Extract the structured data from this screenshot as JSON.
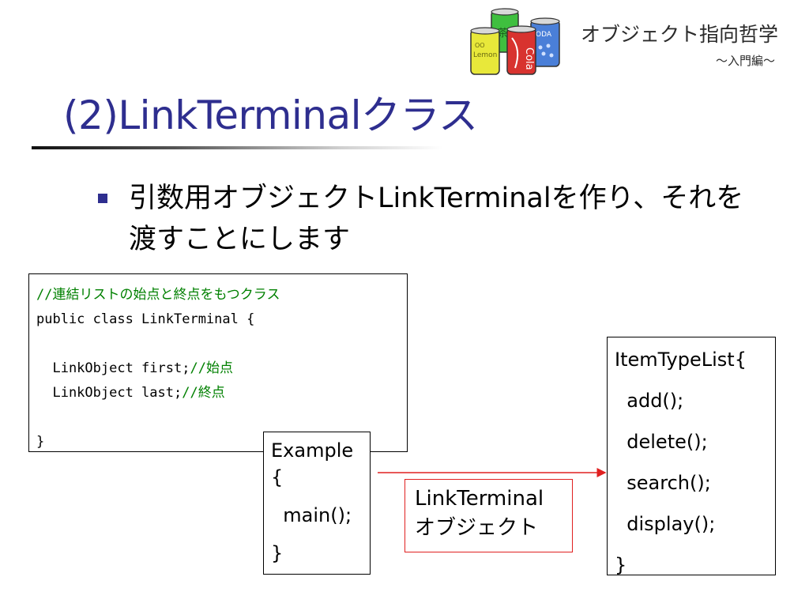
{
  "header": {
    "title": "オブジェクト指向哲学",
    "subtitle": "～入門編～",
    "cans": {
      "can1_label": "Lemon",
      "can1_mark": "OO",
      "can2_label": "Cola",
      "can3_label": "ODA",
      "can4_label": "茶"
    }
  },
  "slide": {
    "title": "(2)LinkTerminalクラス",
    "bullet": "引数用オブジェクトLinkTerminalを作り、それを渡すことにします"
  },
  "code": {
    "lines": [
      {
        "code": "",
        "comment": "//連結リストの始点と終点をもつクラス"
      },
      {
        "code": "public class LinkTerminal {",
        "comment": ""
      },
      {
        "code": "",
        "comment": ""
      },
      {
        "code": "  LinkObject first;",
        "comment": "//始点"
      },
      {
        "code": "  LinkObject last;",
        "comment": "//終点"
      },
      {
        "code": "",
        "comment": ""
      },
      {
        "code": "}",
        "comment": ""
      }
    ]
  },
  "example_box": {
    "lines": [
      "Example",
      "{",
      "  main();",
      "}"
    ]
  },
  "link_box": {
    "line1": "LinkTerminal",
    "line2": "オブジェクト"
  },
  "item_box": {
    "lines": [
      "ItemTypeList{",
      "  add();",
      "  delete();",
      "  search();",
      "  display();",
      "}"
    ]
  },
  "colors": {
    "title": "#2e2e8f",
    "comment": "#008000",
    "arrow": "#e02020",
    "link_border": "#e02020"
  }
}
